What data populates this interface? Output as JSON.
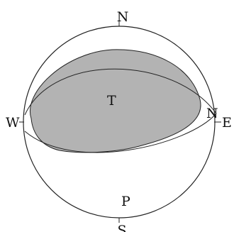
{
  "compass": {
    "north": "N",
    "south": "S",
    "east": "E",
    "west": "W"
  },
  "points": {
    "t": "T",
    "p": "P",
    "n": "N"
  },
  "colors": {
    "stroke": "#222222",
    "shade": "#b3b3b3",
    "text": "#111111"
  }
}
